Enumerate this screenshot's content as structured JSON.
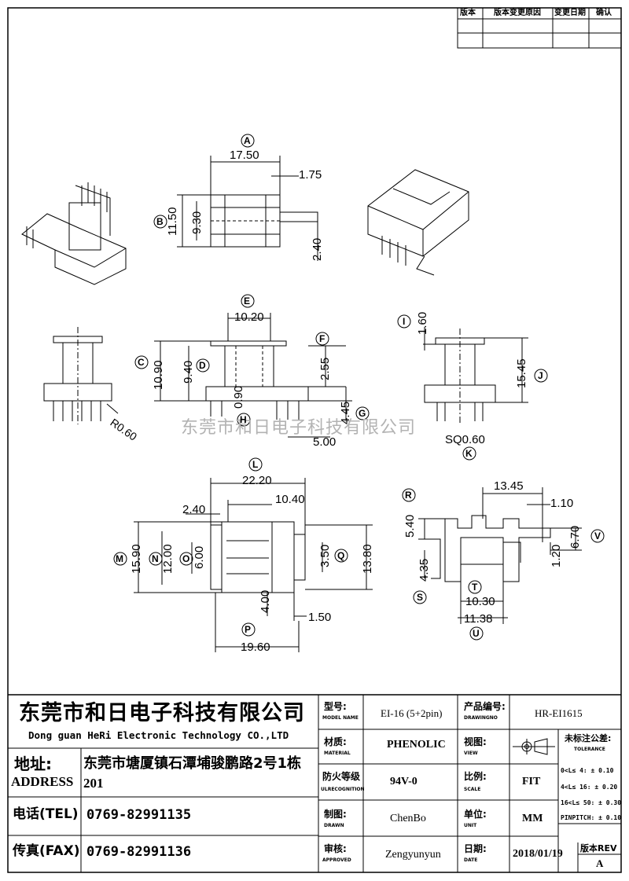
{
  "revision_table": {
    "col_rev": "版本",
    "col_reason": "版本变更原因",
    "col_date": "变更日期",
    "col_confirm": "确认"
  },
  "watermark": "东莞市和日电子科技有限公司",
  "dimensions": {
    "top_width": "17.50",
    "top_small": "1.75",
    "top_h1": "11.50",
    "top_h2": "9.30",
    "top_pin": "2.40",
    "front_w": "10.20",
    "front_h1": "10.90",
    "front_h2": "9.40",
    "front_f": "2.55",
    "front_g": "4.45",
    "front_h": "0.90",
    "front_pitch": "5.00",
    "radius": "R0.60",
    "side_i": "1.60",
    "side_j": "15.45",
    "side_k": "SQ0.60",
    "bot_l": "22.20",
    "bot_104": "10.40",
    "bot_240": "2.40",
    "bot_m": "15.90",
    "bot_n": "12.00",
    "bot_o": "6.00",
    "bot_q": "13.80",
    "bot_350": "3.50",
    "bot_400": "4.00",
    "bot_150": "1.50",
    "bot_p": "19.60",
    "sec_1345": "13.45",
    "sec_110": "1.10",
    "sec_r": "5.40",
    "sec_v": "6.70",
    "sec_120": "1.20",
    "sec_s": "4.35",
    "sec_t": "10.30",
    "sec_u": "11.38"
  },
  "labels": [
    "A",
    "B",
    "C",
    "D",
    "E",
    "F",
    "G",
    "H",
    "I",
    "J",
    "K",
    "L",
    "M",
    "N",
    "O",
    "P",
    "Q",
    "R",
    "S",
    "T",
    "U",
    "V"
  ],
  "title_block": {
    "company_cn": "东莞市和日电子科技有限公司",
    "company_en": "Dong guan HeRi Electronic Technology CO.,LTD",
    "address_label_cn": "地址:",
    "address_label_en": "ADDRESS",
    "address_line1": "东莞市塘厦镇石潭埔骏鹏路2号1栋",
    "address_line2": "201",
    "tel_label": "电话(TEL)",
    "tel": "0769-82991135",
    "fax_label": "传真(FAX)",
    "fax": "0769-82991136",
    "model_label": "型号:",
    "model_label_en": "MODEL NAME",
    "model": "EI-16 (5+2pin)",
    "drawing_label": "产品编号:",
    "drawing_label_en": "DRAWINGNO",
    "drawing_no": "HR-EI1615",
    "material_label": "材质:",
    "material_label_en": "MATERIAL",
    "material": "PHENOLIC",
    "view_label": "视图:",
    "view_label_en": "VIEW",
    "tolerance_title": "未标注公差:",
    "tolerance_en": "TOLERANCE",
    "tol1": "0<L≤ 4: ± 0.10",
    "tol2": "4<L≤ 16: ± 0.20",
    "tol3": "16<L≤ 50: ± 0.30",
    "tol4": "PINPITCH: ± 0.10",
    "fire_label": "防火等级",
    "fire_label_en": "ULRECOGNITION",
    "fire": "94V-0",
    "scale_label": "比例:",
    "scale_label_en": "SCALE",
    "scale": "FIT",
    "drawn_label": "制图:",
    "drawn_label_en": "DRAWN",
    "drawn": "ChenBo",
    "unit_label": "单位:",
    "unit_label_en": "UNIT",
    "unit": "MM",
    "approved_label": "审核:",
    "approved_label_en": "APPROVED",
    "approved": "Zengyunyun",
    "date_label": "日期:",
    "date_label_en": "DATE",
    "date": "2018/01/19",
    "rev_label": "版本REV",
    "rev": "A"
  }
}
